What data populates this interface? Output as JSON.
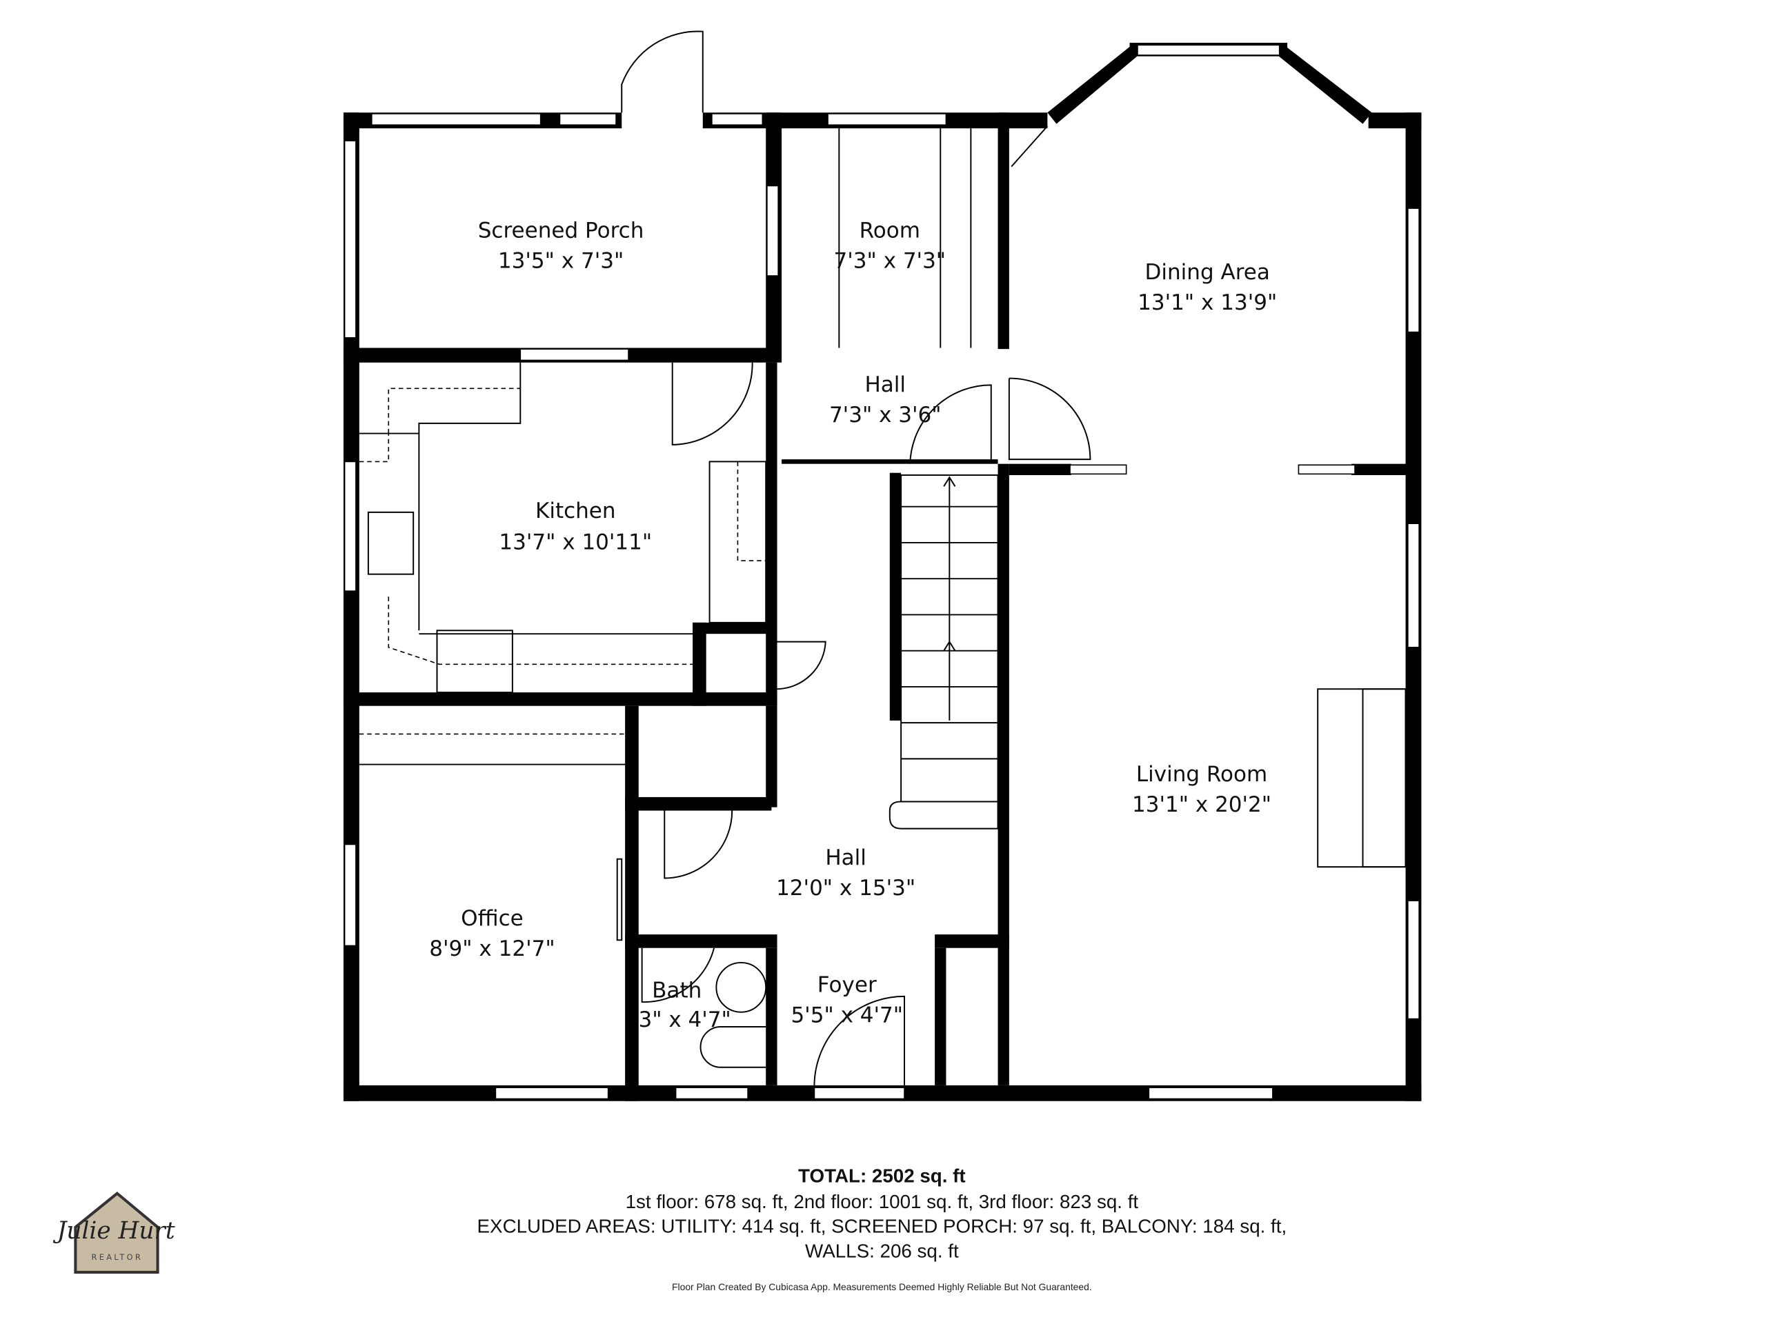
{
  "rooms": [
    {
      "name": "Screened Porch",
      "size": "13'5\" x 7'3\""
    },
    {
      "name": "Room",
      "size": "7'3\" x 7'3\""
    },
    {
      "name": "Hall",
      "size": "7'3\" x 3'6\""
    },
    {
      "name": "Dining Area",
      "size": "13'1\" x 13'9\""
    },
    {
      "name": "Kitchen",
      "size": "13'7\" x 10'11\""
    },
    {
      "name": "Living Room",
      "size": "13'1\" x 20'2\""
    },
    {
      "name": "Hall",
      "size": "12'0\" x 15'3\""
    },
    {
      "name": "Office",
      "size": "8'9\" x 12'7\""
    },
    {
      "name": "Bath",
      "size": "3\" x 4'7\""
    },
    {
      "name": "Foyer",
      "size": "5'5\" x 4'7\""
    }
  ],
  "summary": {
    "total": "TOTAL: 2502 sq. ft",
    "floors": "1st floor: 678 sq. ft, 2nd floor: 1001 sq. ft, 3rd floor: 823 sq. ft",
    "excluded": "EXCLUDED AREAS: UTILITY: 414 sq. ft, SCREENED PORCH: 97 sq. ft, BALCONY: 184 sq. ft,",
    "walls": "WALLS: 206 sq. ft",
    "disclaimer": "Floor Plan Created By Cubicasa App. Measurements Deemed Highly Reliable But Not Guaranteed."
  },
  "logo": {
    "name": "Julie Hurt",
    "subtitle": "REALTOR"
  }
}
